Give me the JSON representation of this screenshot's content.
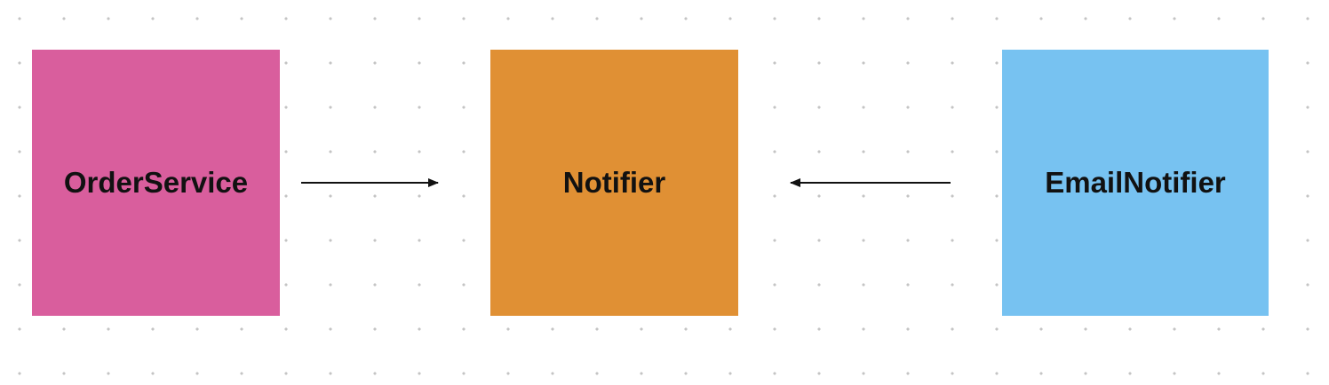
{
  "nodes": [
    {
      "id": "order-service",
      "label": "OrderService",
      "color": "#d95e9d"
    },
    {
      "id": "notifier",
      "label": "Notifier",
      "color": "#e09034"
    },
    {
      "id": "email-notifier",
      "label": "EmailNotifier",
      "color": "#77c2f1"
    }
  ],
  "edges": [
    {
      "from": "order-service",
      "to": "notifier"
    },
    {
      "from": "email-notifier",
      "to": "notifier"
    }
  ],
  "colors": {
    "edge": "#111111",
    "grid_dot": "#c4c4c4",
    "background": "#ffffff"
  }
}
